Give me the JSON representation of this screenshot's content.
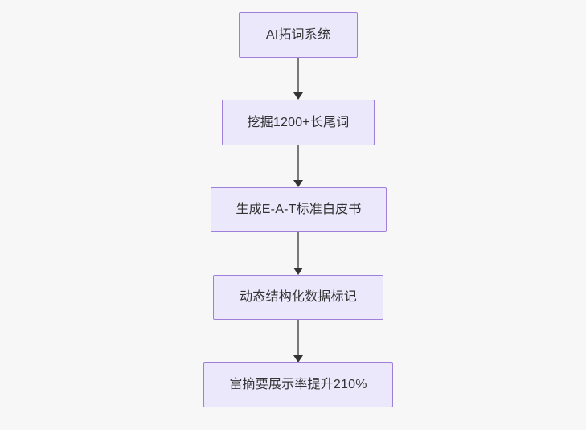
{
  "diagram": {
    "type": "flowchart",
    "direction": "top-to-bottom",
    "background_color": "#f7f7f7",
    "node_fill_color": "#ebe8fb",
    "node_border_color": "#9f7fdb",
    "node_text_color": "#333333",
    "edge_color": "#7a7a7a",
    "arrowhead_color": "#333333",
    "nodes": [
      {
        "id": "n1",
        "label": "AI拓词系统"
      },
      {
        "id": "n2",
        "label": "挖掘1200+长尾词"
      },
      {
        "id": "n3",
        "label": "生成E-A-T标准白皮书"
      },
      {
        "id": "n4",
        "label": "动态结构化数据标记"
      },
      {
        "id": "n5",
        "label": "富摘要展示率提升210%"
      }
    ],
    "edges": [
      {
        "from": "n1",
        "to": "n2"
      },
      {
        "from": "n2",
        "to": "n3"
      },
      {
        "from": "n3",
        "to": "n4"
      },
      {
        "from": "n4",
        "to": "n5"
      }
    ]
  }
}
